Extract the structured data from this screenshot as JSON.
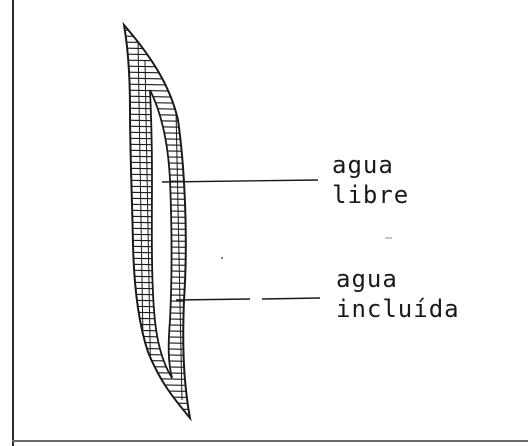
{
  "labels": {
    "free_water_line1": "agua",
    "free_water_line2": "libre",
    "included_water_line1": "agua",
    "included_water_line2": "incluída"
  },
  "colors": {
    "ink": "#1a1a1a",
    "background": "#ffffff"
  }
}
